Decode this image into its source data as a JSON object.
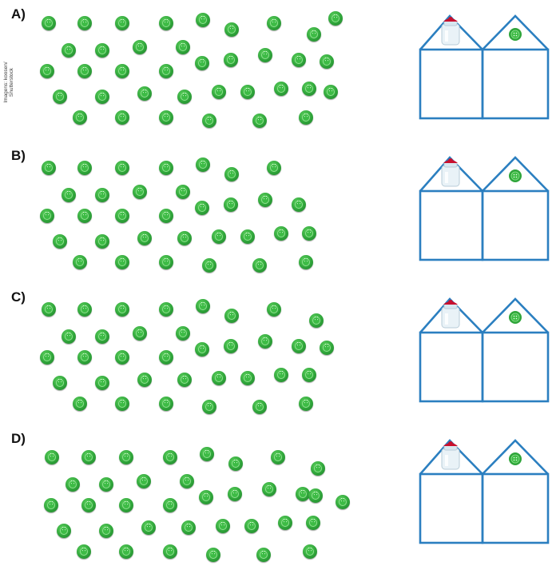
{
  "image_credit": "Imagens: koosen/\nShutterstock",
  "options": [
    {
      "label": "A)",
      "button_count": 38
    },
    {
      "label": "B)",
      "button_count": 34
    },
    {
      "label": "C)",
      "button_count": 36
    },
    {
      "label": "D)",
      "button_count": 37
    }
  ],
  "place_value_house": {
    "left_roof_icon": "jar-icon",
    "right_roof_icon": "green-button-icon"
  },
  "colors": {
    "button_green": "#2fa53a",
    "house_outline": "#2b7fc0"
  }
}
